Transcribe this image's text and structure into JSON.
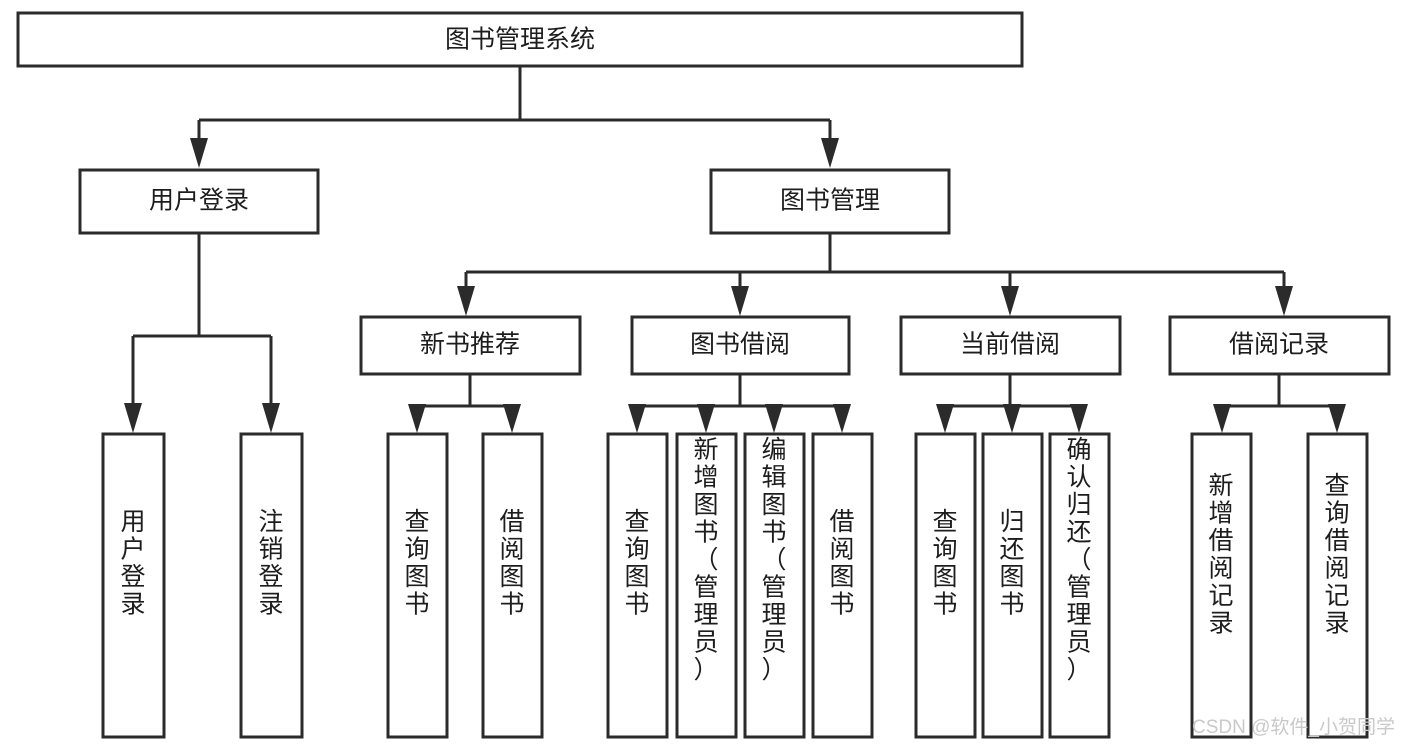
{
  "diagram": {
    "title": "图书管理系统",
    "type": "tree",
    "orientation": "top-down",
    "colors": {
      "box_border": "#2b2b2b",
      "box_fill": "#ffffff",
      "connector": "#2b2b2b",
      "text": "#1d1d1d",
      "watermark": "#c9c9c9",
      "background": "#ffffff"
    },
    "root": {
      "label": "图书管理系统",
      "orientation": "horizontal"
    },
    "level2": [
      {
        "label": "用户登录",
        "orientation": "horizontal"
      },
      {
        "label": "图书管理",
        "orientation": "horizontal"
      }
    ],
    "level3": [
      {
        "label": "新书推荐",
        "orientation": "horizontal"
      },
      {
        "label": "图书借阅",
        "orientation": "horizontal"
      },
      {
        "label": "当前借阅",
        "orientation": "horizontal"
      },
      {
        "label": "借阅记录",
        "orientation": "horizontal"
      }
    ],
    "leaves": {
      "user_login": [
        {
          "label": "用户登录",
          "orientation": "vertical"
        },
        {
          "label": "注销登录",
          "orientation": "vertical"
        }
      ],
      "new_book_recommend": [
        {
          "label": "查询图书",
          "orientation": "vertical"
        },
        {
          "label": "借阅图书",
          "orientation": "vertical"
        }
      ],
      "book_borrow": [
        {
          "label": "查询图书",
          "orientation": "vertical"
        },
        {
          "label": "新增图书（管理员）",
          "orientation": "vertical"
        },
        {
          "label": "编辑图书（管理员）",
          "orientation": "vertical"
        },
        {
          "label": "借阅图书",
          "orientation": "vertical"
        }
      ],
      "current_borrow": [
        {
          "label": "查询图书",
          "orientation": "vertical"
        },
        {
          "label": "归还图书",
          "orientation": "vertical"
        },
        {
          "label": "确认归还（管理员）",
          "orientation": "vertical"
        }
      ],
      "borrow_record": [
        {
          "label": "新增借阅记录",
          "orientation": "vertical"
        },
        {
          "label": "查询借阅记录",
          "orientation": "vertical"
        }
      ]
    }
  },
  "watermark": {
    "text": "CSDN @软件_小贺同学"
  }
}
